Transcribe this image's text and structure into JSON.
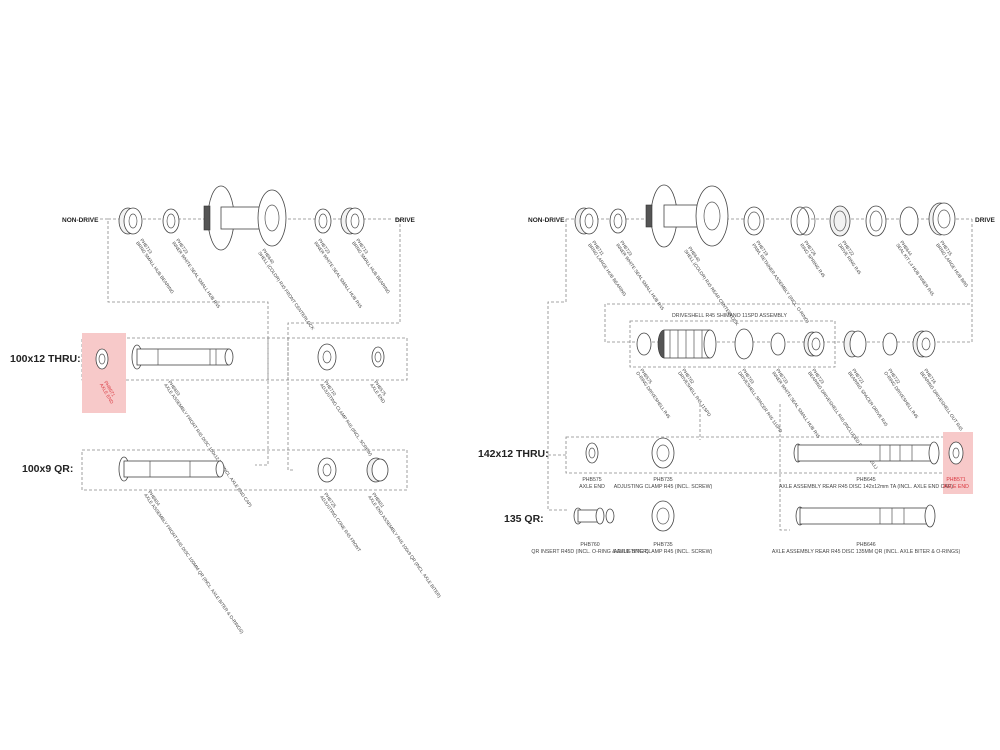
{
  "colors": {
    "highlight_fill": "#f7c9c9",
    "highlight_text": "#d9363e",
    "line": "#888888"
  },
  "left": {
    "non_drive": "NON-DRIVE",
    "drive": "DRIVE",
    "thru": "100x12 THRU:",
    "qr": "100x9 QR:",
    "top_parts": [
      {
        "code": "PHB713",
        "desc": "BRNG SMALL HUB BEARING"
      },
      {
        "code": "PHB723",
        "desc": "INNER WHITE SEAL SMALL HUB R45"
      },
      {
        "code": "PHB640",
        "desc": "SHELL (COLOR) R45 FRONT CENTERLOCK"
      },
      {
        "code": "PHB723",
        "desc": "INNER WHITE SEAL SMALL HUB R45"
      },
      {
        "code": "PHB713",
        "desc": "BRNG SMALL HUB BEARING"
      }
    ],
    "thru_parts": [
      {
        "code": "PHB571",
        "desc": "AXLE END"
      },
      {
        "code": "PHB653",
        "desc": "AXLE ASSEMBLY FRONT R45 DISC 100x12 TA (INCL. AXLE END CAP)"
      },
      {
        "code": "PHB710",
        "desc": "ADJUSTING CLAMP R45 (INCL. SCREW)"
      },
      {
        "code": "PHB575",
        "desc": "AXLE END"
      }
    ],
    "qr_parts": [
      {
        "code": "PHB654",
        "desc": "AXLE ASSEMBLY FRONT R45 DISC 100MM QR (INCL. AXLE BITER & O-RINGS)"
      },
      {
        "code": "PHB725",
        "desc": "ADJUSTING CONE R45 FRONT"
      },
      {
        "code": "PHB651",
        "desc": "AXLE END ASSEMBLY R45 100x9 QR (INCL. AXLE BITER)"
      }
    ]
  },
  "right": {
    "non_drive": "NON-DRIVE",
    "drive": "DRIVE",
    "assembly_title": "DRIVESHELL R45 SHIMANO 11SPD ASSEMBLY",
    "thru": "142x12 THRU:",
    "qr": "135 QR:",
    "top_parts": [
      {
        "code": "PHB711",
        "desc": "BRNG LARGE HUB BEARING"
      },
      {
        "code": "PHB723",
        "desc": "INNER WHITE SEAL SMALL HUB R45"
      },
      {
        "code": "PHB640",
        "desc": "SHELL (COLOR) R45 REAR CENTERLOCK"
      },
      {
        "code": "PHB719",
        "desc": "PAWL RETAINER ASSEMBLY (INCL. O-RING)"
      },
      {
        "code": "PHB726",
        "desc": "RING SPRING R45"
      },
      {
        "code": "PHB722",
        "desc": "DRIVE RING R45"
      },
      {
        "code": "PHB644",
        "desc": "SEAL KIT L4 HUB INNER R45"
      },
      {
        "code": "PHB715",
        "desc": "BRNG LARGE HUB BRG"
      }
    ],
    "assembly_parts": [
      {
        "code": "PHB575",
        "desc": "O-RING DRIVESHELL R45"
      },
      {
        "code": "PHB762",
        "desc": "DRIVESHELL R45 11SPD"
      },
      {
        "code": "PHB763",
        "desc": "DRIVESHELL SPACER R45 11SPD"
      },
      {
        "code": "PHB733",
        "desc": "INNER WHITE SEAL SMALL HUB R45"
      },
      {
        "code": "PHB723",
        "desc": "BEARING DRIVESHELL R45 (INCLUDED DRIVESHELL)"
      },
      {
        "code": "PHB721",
        "desc": "BEARING SPACER DRIVE R45"
      },
      {
        "code": "PHB722",
        "desc": "O-RING DRIVESHELL R45"
      },
      {
        "code": "PHB716",
        "desc": "BEARING DRIVESHELL OUT R45"
      }
    ],
    "thru_parts": [
      {
        "code": "PHB575",
        "desc": "AXLE END"
      },
      {
        "code": "PHB735",
        "desc": "ADJUSTING CLAMP R45 (INCL. SCREW)"
      },
      {
        "code": "PHB645",
        "desc": "AXLE ASSEMBLY REAR R45 DISC 142x12mm TA (INCL. AXLE END CAP)"
      },
      {
        "code": "PHB571",
        "desc": "AXLE END"
      }
    ],
    "qr_parts": [
      {
        "code": "PHB760",
        "desc": "QR INSERT R45D (INCL. O-RING & AXLE BITER)"
      },
      {
        "code": "PHB735",
        "desc": "ADJUSTING CLAMP R45 (INCL. SCREW)"
      },
      {
        "code": "PHB646",
        "desc": "AXLE ASSEMBLY REAR R45 DISC 135MM QR (INCL. AXLE BITER & O-RINGS)"
      }
    ]
  }
}
